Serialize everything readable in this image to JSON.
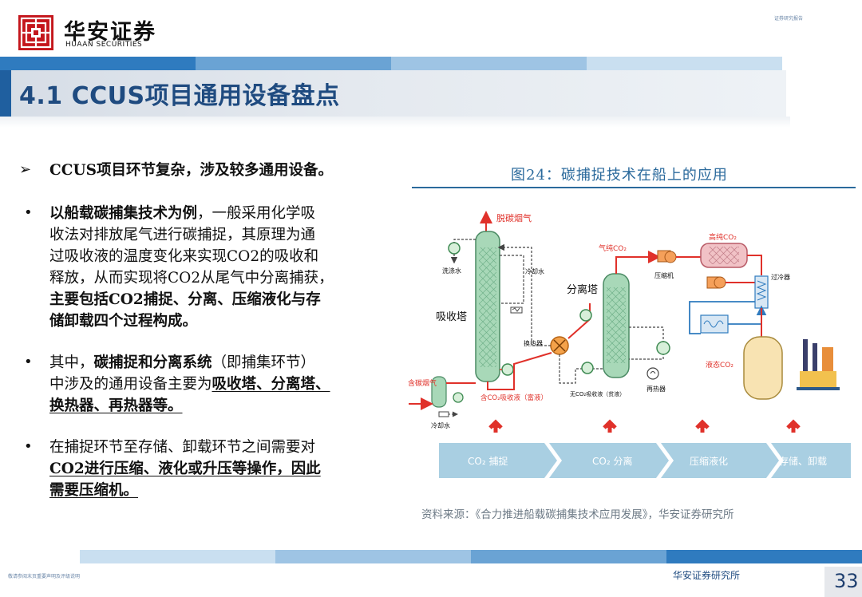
{
  "header": {
    "brand_cn": "华安证券",
    "brand_en": "HUAAN SECURITIES",
    "top_note": "证券研究报告"
  },
  "page_title": "4.1 CCUS项目通用设备盘点",
  "bullets": {
    "b1": {
      "bold": "CCUS",
      "rest": "项目环节复杂，涉及较多通用设备。"
    },
    "b2": {
      "l1_bold": "以船载碳捕集技术为例",
      "l1_rest": "，一般采用化学吸",
      "l2": "收法对排放尾气进行碳捕捉，其原理为通",
      "l3": "过吸收液的温度变化来实现CO2的吸收和",
      "l4": "释放，从而实现将CO2从尾气中分离捕获，",
      "l5": "主要包括CO2捕捉、分离、压缩液化与存",
      "l6": "储卸载四个过程构成。"
    },
    "b3": {
      "l1_a": "其中，",
      "l1_bold": "碳捕捉和分离系统",
      "l1_rest": "（即捕集环节）",
      "l2_a": "中涉及的通用设备主要为",
      "l2_bold": "吸收塔、分离塔、",
      "l3_bold": "换热器、再热器等。"
    },
    "b4": {
      "l1": "在捕捉环节至存储、卸载环节之间需要对",
      "l2": "CO2进行压缩、液化或升压等操作，因此",
      "l3": "需要压缩机。"
    }
  },
  "figure": {
    "title": "图24：碳捕捉技术在船上的应用",
    "source": "资料来源：《合力推进船载碳捕集技术应用发展》，华安证券研究所",
    "labels": {
      "exhaust_out": "脱碳烟气",
      "wash_water": "洗涤水",
      "cooling_water_top": "冷却水",
      "absorber": "吸收塔",
      "heat_exchanger": "换热器",
      "flue_gas_in": "含碳烟气",
      "cooling_water_bottom": "冷却水",
      "rich_liquid": "含CO₂吸收液（富液）",
      "gas_co2": "气纯CO₂",
      "separator": "分离塔",
      "lean_liquid": "无CO₂吸收液（贫液）",
      "reboiler": "再热器",
      "compressor": "压缩机",
      "high_purity": "高纯CO₂",
      "cooler": "过冷器",
      "liquid_co2": "液态CO₂"
    },
    "stages": [
      "CO₂ 捕捉",
      "CO₂ 分离",
      "压缩液化",
      "存储、卸载"
    ]
  },
  "footer": {
    "left_note": "敬请参阅末页重要声明及评级说明",
    "right_text": "华安证券研究所",
    "page_number": "33"
  },
  "colors": {
    "title_blue": "#1f4b80",
    "accent_blue": "#1f5f9f",
    "figure_blue": "#2b6a9c",
    "tower_green": "#a8d8b8",
    "flow_red": "#e0312a",
    "stage_bar": "#a9cfe2"
  }
}
